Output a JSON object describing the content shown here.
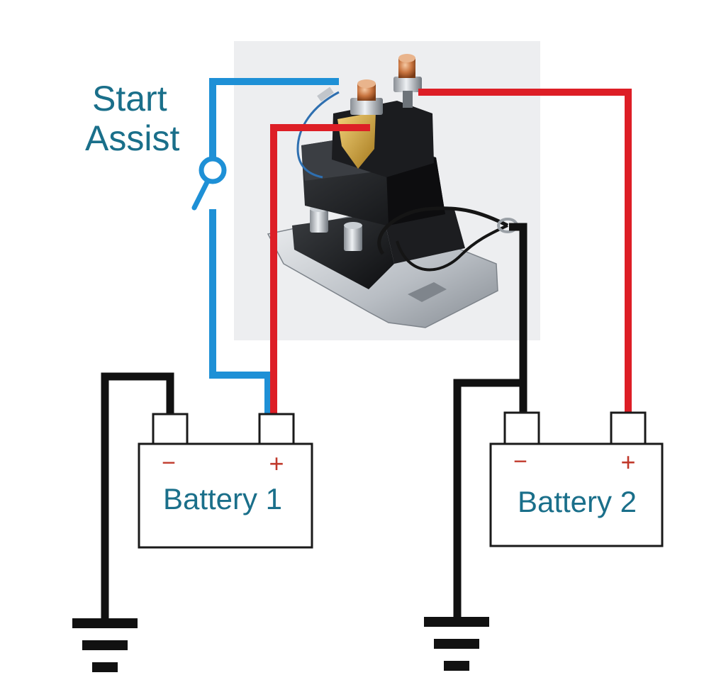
{
  "start_assist": {
    "line1": "Start",
    "line2": "Assist"
  },
  "batteries": [
    {
      "label": "Battery 1",
      "neg": "−",
      "pos": "+"
    },
    {
      "label": "Battery 2",
      "neg": "−",
      "pos": "+"
    }
  ],
  "colors": {
    "positive_wire": "#dd1e26",
    "signal_wire": "#1e90d6",
    "ground_wire": "#111111",
    "label_text": "#1a6f8a",
    "terminal_sign": "#c0392b"
  }
}
